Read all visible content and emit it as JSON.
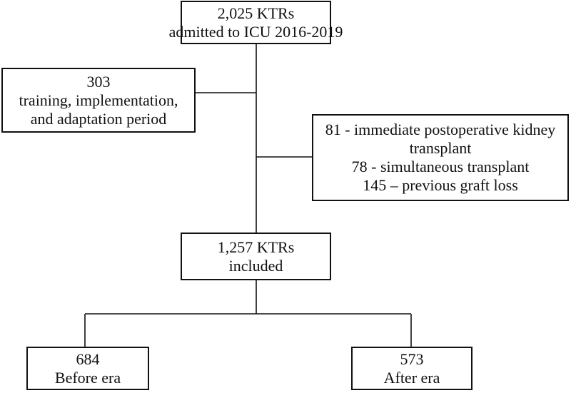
{
  "flowchart": {
    "start": {
      "count": "2,025 KTRs",
      "desc": "admitted to ICU 2016-2019"
    },
    "training": {
      "count": "303",
      "line1": "training, implementation,",
      "line2": "and adaptation period"
    },
    "exclusions": {
      "line1": "81 - immediate postoperative kidney",
      "line2": "transplant",
      "line3": "78 - simultaneous transplant",
      "line4": "145 – previous graft loss"
    },
    "included": {
      "count": "1,257 KTRs",
      "desc": "included"
    },
    "before": {
      "count": "684",
      "desc": "Before era"
    },
    "after": {
      "count": "573",
      "desc": "After era"
    }
  }
}
